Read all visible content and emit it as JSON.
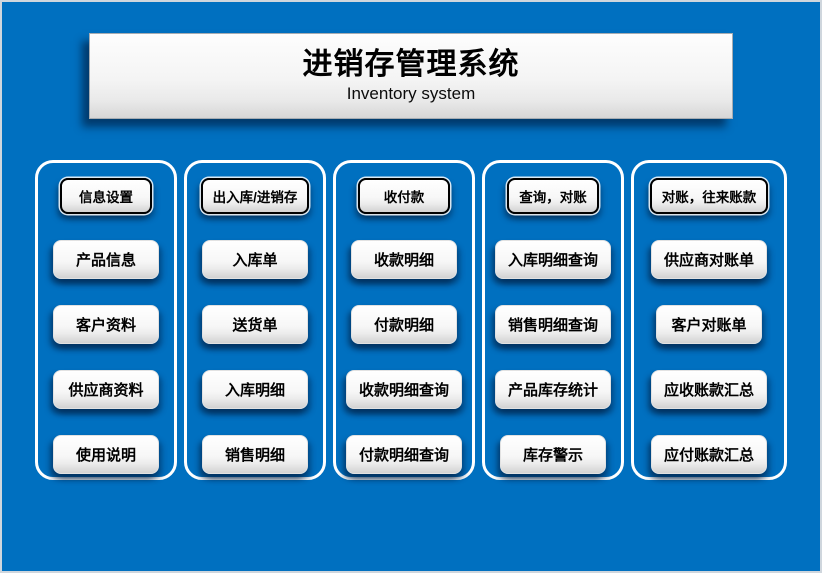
{
  "app": {
    "title": "进销存管理系统",
    "subtitle": "Inventory system"
  },
  "colors": {
    "background": "#0070C0",
    "shadow": "#00284F",
    "button_face": "#FFFFFF",
    "button_text": "#000000",
    "column_border": "#FFFFFF"
  },
  "columns": [
    {
      "header": "信息设置",
      "items": [
        "产品信息",
        "客户资料",
        "供应商资料",
        "使用说明"
      ]
    },
    {
      "header": "出入库/进销存",
      "items": [
        "入库单",
        "送货单",
        "入库明细",
        "销售明细"
      ]
    },
    {
      "header": "收付款",
      "items": [
        "收款明细",
        "付款明细",
        "收款明细查询",
        "付款明细查询"
      ]
    },
    {
      "header": "查询，对账",
      "items": [
        "入库明细查询",
        "销售明细查询",
        "产品库存统计",
        "库存警示"
      ]
    },
    {
      "header": "对账，往来账款",
      "items": [
        "供应商对账单",
        "客户对账单",
        "应收账款汇总",
        "应付账款汇总"
      ]
    }
  ]
}
